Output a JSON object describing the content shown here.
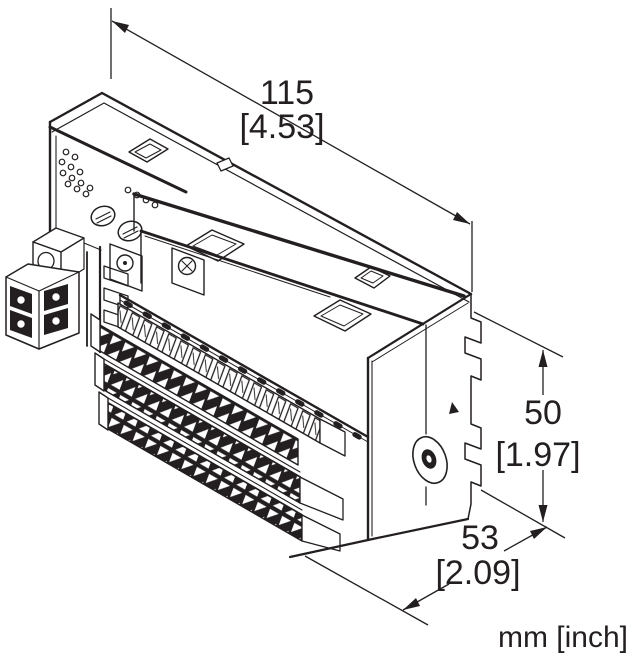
{
  "drawing": {
    "type": "isometric-technical-dimension-drawing",
    "subject": "I/O terminal base module with three terminal strips",
    "line_color": "#231f20",
    "background_color": "#ffffff"
  },
  "dimensions": {
    "width": {
      "mm": "115",
      "inch": "[4.53]"
    },
    "height": {
      "mm": "50",
      "inch": "[1.97]"
    },
    "depth": {
      "mm": "53",
      "inch": "[2.09]"
    }
  },
  "units_label": "mm [inch]"
}
